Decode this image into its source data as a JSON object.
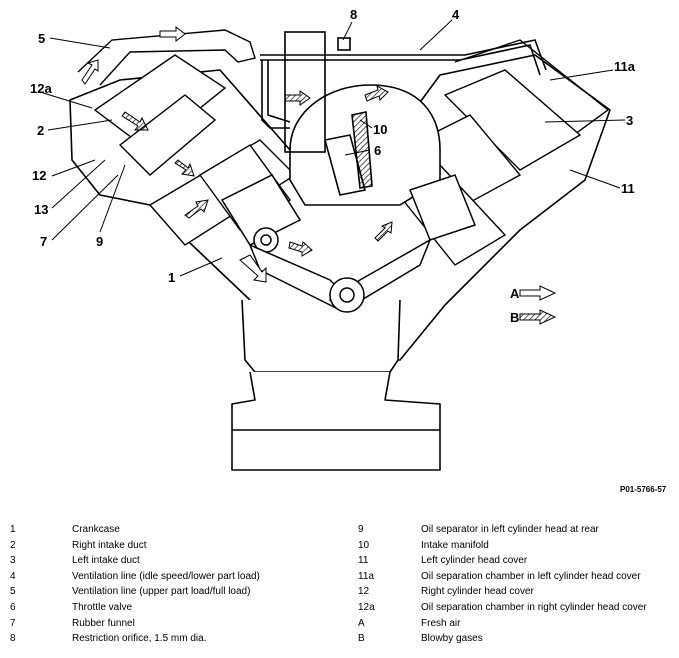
{
  "diagram": {
    "callouts": {
      "c8": "8",
      "c4": "4",
      "c5": "5",
      "c11a": "11a",
      "c12a": "12a",
      "c3": "3",
      "c2": "2",
      "c10": "10",
      "c6": "6",
      "c12": "12",
      "c11": "11",
      "c13": "13",
      "c7": "7",
      "c9": "9",
      "c1": "1"
    },
    "flow_legend": {
      "a_label": "A",
      "b_label": "B"
    },
    "reference": "P01-5766-57"
  },
  "key": {
    "left": [
      {
        "num": "1",
        "text": "Crankcase"
      },
      {
        "num": "2",
        "text": "Right intake duct"
      },
      {
        "num": "3",
        "text": "Left intake duct"
      },
      {
        "num": "4",
        "text": "Ventilation line (idle speed/lower part load)"
      },
      {
        "num": "5",
        "text": "Ventilation line (upper part load/full load)"
      },
      {
        "num": "6",
        "text": "Throttle valve"
      },
      {
        "num": "7",
        "text": "Rubber funnel"
      },
      {
        "num": "8",
        "text": "Restriction orifice, 1.5 mm dia."
      }
    ],
    "right": [
      {
        "num": "9",
        "text": "Oil separator in left cylinder head at rear"
      },
      {
        "num": "10",
        "text": "Intake manifold"
      },
      {
        "num": "11",
        "text": "Left cylinder head cover"
      },
      {
        "num": "11a",
        "text": "Oil separation chamber in left cylinder head cover"
      },
      {
        "num": "12",
        "text": "Right cylinder head cover"
      },
      {
        "num": "12a",
        "text": "Oil separation chamber in right cylinder head cover"
      },
      {
        "num": "A",
        "text": "Fresh air"
      },
      {
        "num": "B",
        "text": "Blowby gases"
      }
    ]
  }
}
